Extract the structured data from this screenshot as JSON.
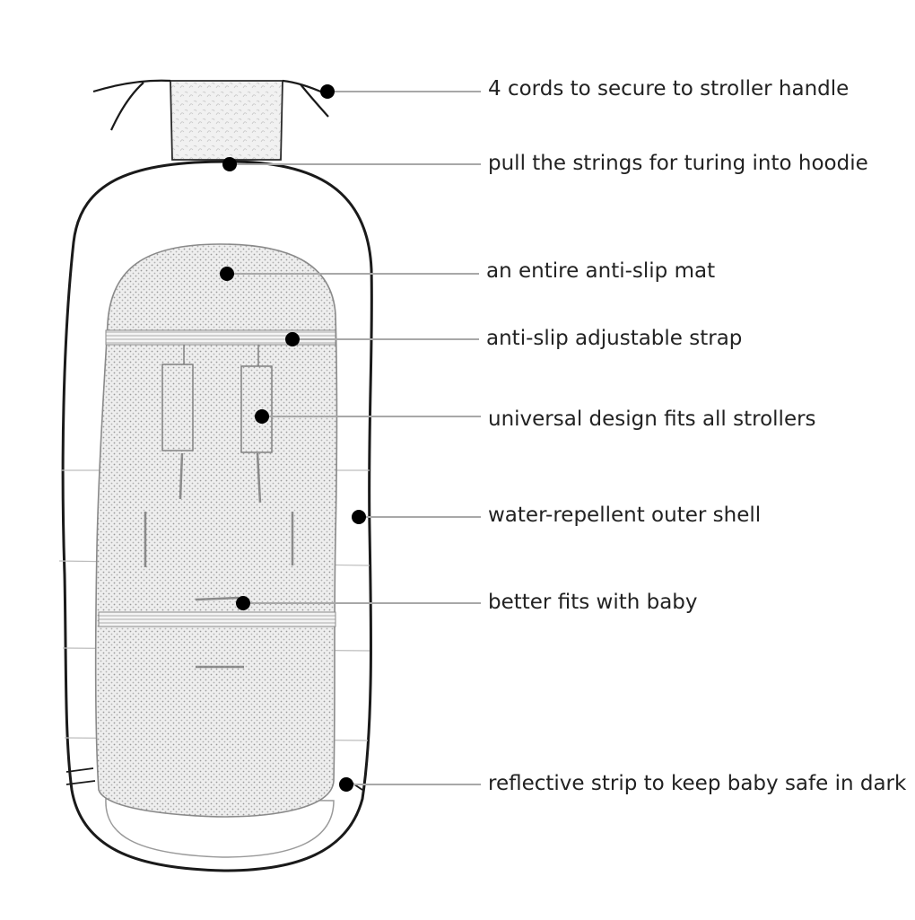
{
  "colors": {
    "outline": "#1a1a1a",
    "sketch": "#8a8a8a",
    "mat_fill": "#e6e6e6",
    "leader": "#a8a8a8",
    "dot": "#000000",
    "text": "#222222"
  },
  "callouts": [
    {
      "id": "cords",
      "text": "4 cords to secure to stroller handle"
    },
    {
      "id": "hoodie",
      "text": "pull the strings for turing into hoodie"
    },
    {
      "id": "mat",
      "text": "an entire anti-slip mat"
    },
    {
      "id": "strap",
      "text": "anti-slip adjustable strap"
    },
    {
      "id": "universal",
      "text": "universal design fits all strollers"
    },
    {
      "id": "shell",
      "text": "water-repellent outer shell"
    },
    {
      "id": "fits",
      "text": "better fits with baby"
    },
    {
      "id": "reflective",
      "text": "reflective strip to keep baby safe in dark"
    }
  ]
}
